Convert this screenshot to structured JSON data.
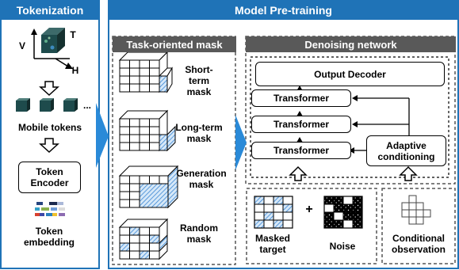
{
  "left_panel": {
    "title": "Tokenization",
    "axis_v": "V",
    "axis_t": "T",
    "axis_h": "H",
    "ellipsis": "...",
    "mobile_tokens": "Mobile tokens",
    "token_encoder": "Token Encoder",
    "token_embedding": "Token embedding"
  },
  "main_panel": {
    "title": "Model Pre-training"
  },
  "mask_panel": {
    "title": "Task-oriented mask",
    "masks": [
      {
        "label": "Short-term mask"
      },
      {
        "label": "Long-term mask"
      },
      {
        "label": "Generation mask"
      },
      {
        "label": "Random mask"
      }
    ]
  },
  "denoise_panel": {
    "title": "Denoising network",
    "output_decoder": "Output Decoder",
    "transformers": [
      "Transformer",
      "Transformer",
      "Transformer"
    ],
    "adaptive": "Adaptive conditioning"
  },
  "inputs": {
    "masked_target": "Masked target",
    "plus": "+",
    "noise": "Noise",
    "conditional": "Conditional observation"
  },
  "colors": {
    "header_blue": "#1f73b7",
    "sub_header_gray": "#595959",
    "hatch_blue": "#4a90d6"
  }
}
